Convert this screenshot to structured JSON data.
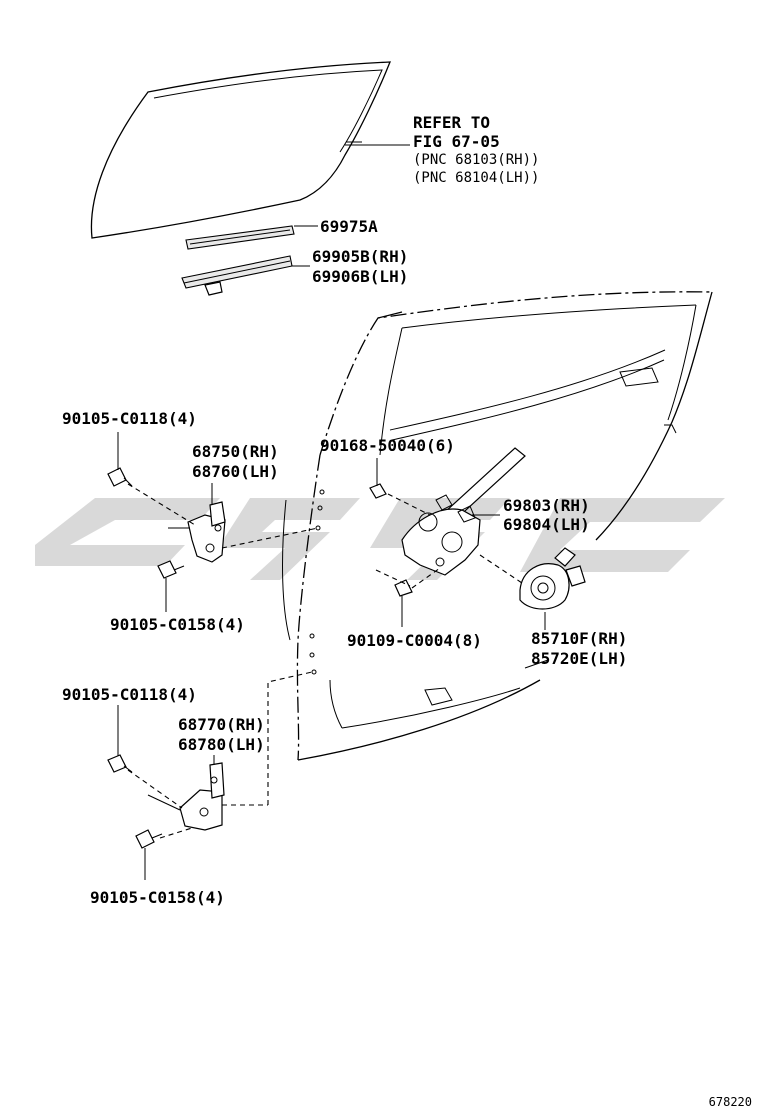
{
  "diagram": {
    "figure_number": "678220",
    "colors": {
      "line": "#000000",
      "watermark": "#b9b9b9",
      "background": "#ffffff"
    },
    "refer_note": {
      "line1": "REFER TO",
      "line2": "FIG 67-05",
      "line3": "(PNC 68103(RH))",
      "line4": "(PNC 68104(LH))"
    },
    "labels": {
      "p69975A": "69975A",
      "p69905B": "69905B(RH)",
      "p69906B": "69906B(LH)",
      "p90105_C0118_upper": "90105-C0118(4)",
      "p68750": "68750(RH)",
      "p68760": "68760(LH)",
      "p90168": "90168-50040(6)",
      "p69803": "69803(RH)",
      "p69804": "69804(LH)",
      "p90105_C0158_upper": "90105-C0158(4)",
      "p90109": "90109-C0004(8)",
      "p85710F": "85710F(RH)",
      "p85720E": "85720E(LH)",
      "p90105_C0118_lower": "90105-C0118(4)",
      "p68770": "68770(RH)",
      "p68780": "68780(LH)",
      "p90105_C0158_lower": "90105-C0158(4)"
    }
  }
}
